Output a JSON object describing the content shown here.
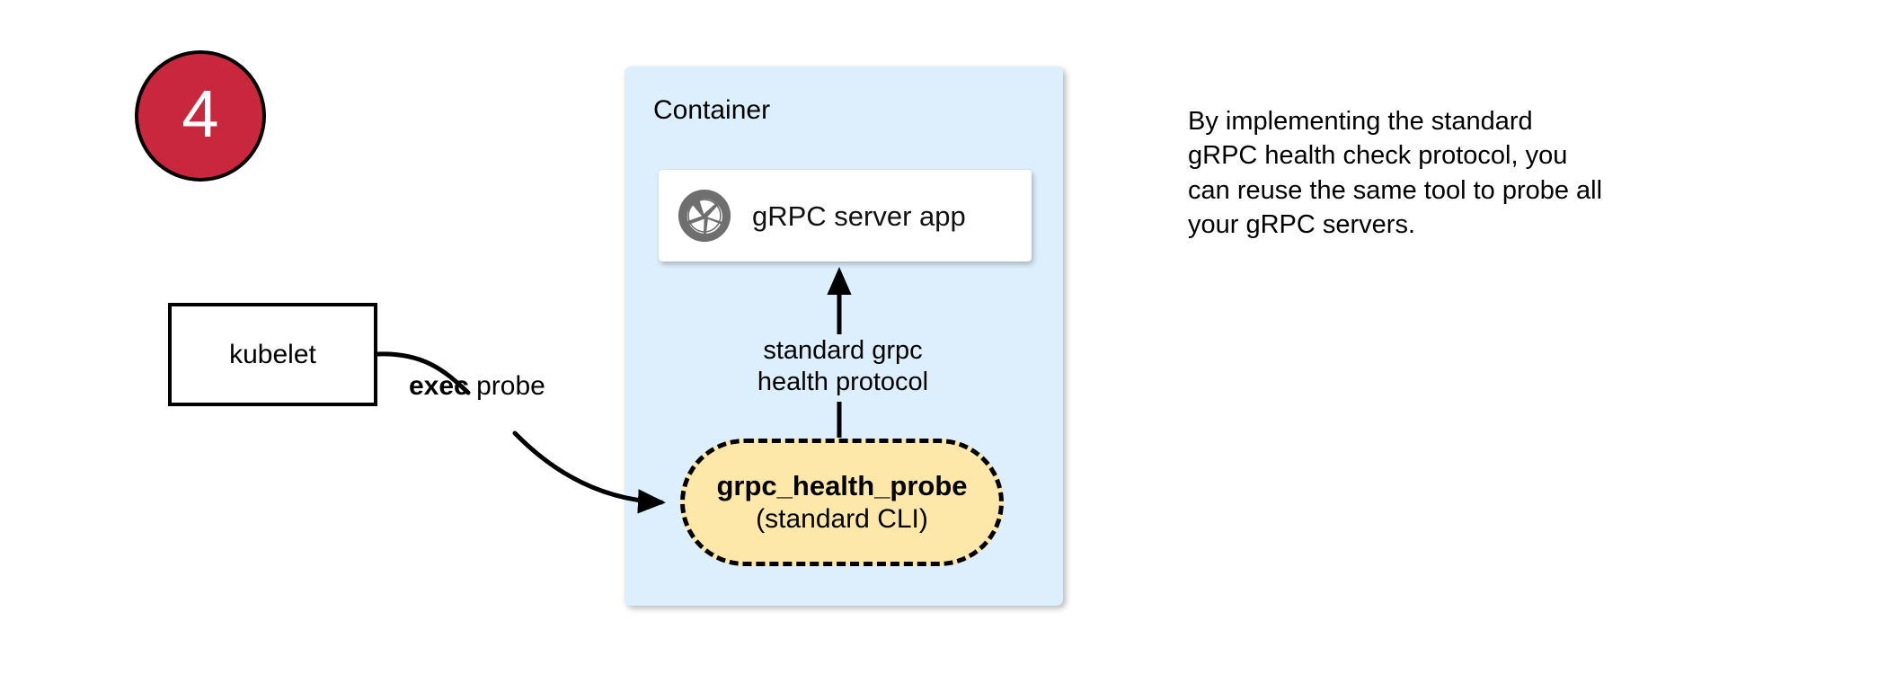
{
  "step": {
    "number": "4",
    "circle_color": "#c9273d",
    "text_color": "#ffffff"
  },
  "container": {
    "label": "Container",
    "fill_color": "#ddeffc"
  },
  "server_card": {
    "label": "gRPC server app",
    "icon": "aperture-icon",
    "icon_color": "#6f6f6f",
    "fill_color": "#ffffff"
  },
  "kubelet": {
    "label": "kubelet",
    "fill_color": "#ffffff",
    "border_color": "#000000"
  },
  "probe": {
    "title": "grpc_health_probe",
    "subtitle": "(standard CLI)",
    "fill_color": "#fde7a9",
    "border_color": "#000000",
    "border_style": "dashed"
  },
  "edges": {
    "exec_probe": {
      "bold_part": "exec",
      "rest_part": " probe"
    },
    "protocol": {
      "line1": "standard grpc",
      "line2": "health protocol"
    }
  },
  "annotation": {
    "line1": "By implementing the standard",
    "line2": "gRPC health check protocol, you",
    "line3": "can reuse the same tool to probe all",
    "line4": "your gRPC servers."
  }
}
